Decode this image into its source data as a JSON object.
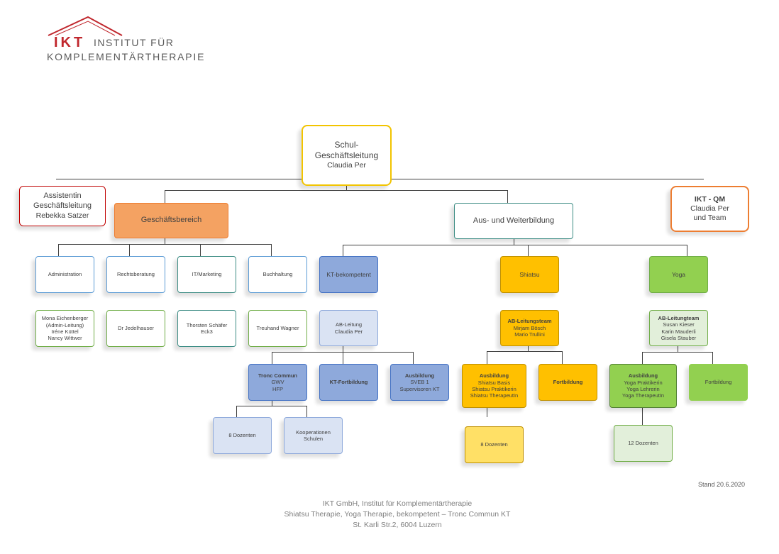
{
  "logo": {
    "brand": "IKT",
    "line1": "INSTITUT FÜR",
    "line2": "KOMPLEMENTÄRTHERAPIE",
    "color": "#c0272d"
  },
  "top": {
    "line1": "Schul-",
    "line2": "Geschäftsleitung",
    "name": "Claudia Per"
  },
  "assistant": {
    "line1": "Assistentin",
    "line2": "Geschäftsleitung",
    "name": "Rebekka Satzer"
  },
  "qm": {
    "title": "IKT - QM",
    "name": "Claudia Per",
    "extra": "und Team"
  },
  "business": {
    "title": "Geschäftsbereich"
  },
  "education": {
    "title": "Aus- und Weiterbildung"
  },
  "departments": [
    {
      "title": "Administration",
      "people": [
        "Mona Eichenberger",
        "(Admin-Leitung)",
        "Iréne Küttel",
        "Nancy Wittwer"
      ]
    },
    {
      "title": "Rechtsberatung",
      "people": [
        "Dr Jedelhauser"
      ]
    },
    {
      "title": "IT/Marketing",
      "people": [
        "Thorsten Schäfer",
        "Eck3"
      ]
    },
    {
      "title": "Buchhaltung",
      "people": [
        "Treuhand Wagner"
      ]
    }
  ],
  "kt": {
    "title": "KT-bekompetent",
    "lead": [
      "AB-Leitung",
      "Claudia Per"
    ],
    "tronc": {
      "title": "Tronc Commun",
      "lines": [
        "GWV",
        "HFP"
      ]
    },
    "fortbildung": "KT-Fortbildung",
    "ausbildung": {
      "title": "Ausbildung",
      "lines": [
        "SVEB 1",
        "Supervisoren KT"
      ]
    },
    "dozenten": "8 Dozenten",
    "kooperationen": [
      "Kooperationen",
      "Schulen"
    ]
  },
  "shiatsu": {
    "title": "Shiatsu",
    "lead": {
      "title": "AB-Leitungsteam",
      "lines": [
        "Mirjam Bösch",
        "Mario Trullini"
      ]
    },
    "ausbildung": {
      "title": "Ausbildung",
      "lines": [
        "Shiatsu Basis",
        "Shiatsu Praktikerin",
        "Shiatsu TherapeutIn"
      ]
    },
    "fortbildung": "Fortbildung",
    "dozenten": "8 Dozenten"
  },
  "yoga": {
    "title": "Yoga",
    "lead": {
      "title": "AB-Leitungteam",
      "lines": [
        "Susan Kieser",
        "Karin Mauderli",
        "Gisela Stauber"
      ]
    },
    "ausbildung": {
      "title": "Ausbildung",
      "lines": [
        "Yoga Praktikerin",
        "Yoga Lehrerin",
        "Yoga TherapeutIn"
      ]
    },
    "fortbildung": "Fortbildung",
    "dozenten": "12 Dozenten"
  },
  "stand": "Stand 20.6.2020",
  "footer": {
    "line1": "IKT GmbH, Institut für Komplementärtherapie",
    "line2": "Shiatsu Therapie,  Yoga Therapie, bekompetent – Tronc Commun KT",
    "line3": "St. Karli Str.2, 6004 Luzern"
  },
  "colors": {
    "gold": "#f2c400",
    "red": "#c00000",
    "orange_fill": "#f4a262",
    "orange_border": "#ed7d31",
    "teal": "#3c8c84",
    "blue": "#5b9bd5",
    "green": "#70ad47",
    "kt_fill": "#8ea9db",
    "shiatsu_fill": "#ffc000",
    "yoga_fill": "#92d050"
  }
}
